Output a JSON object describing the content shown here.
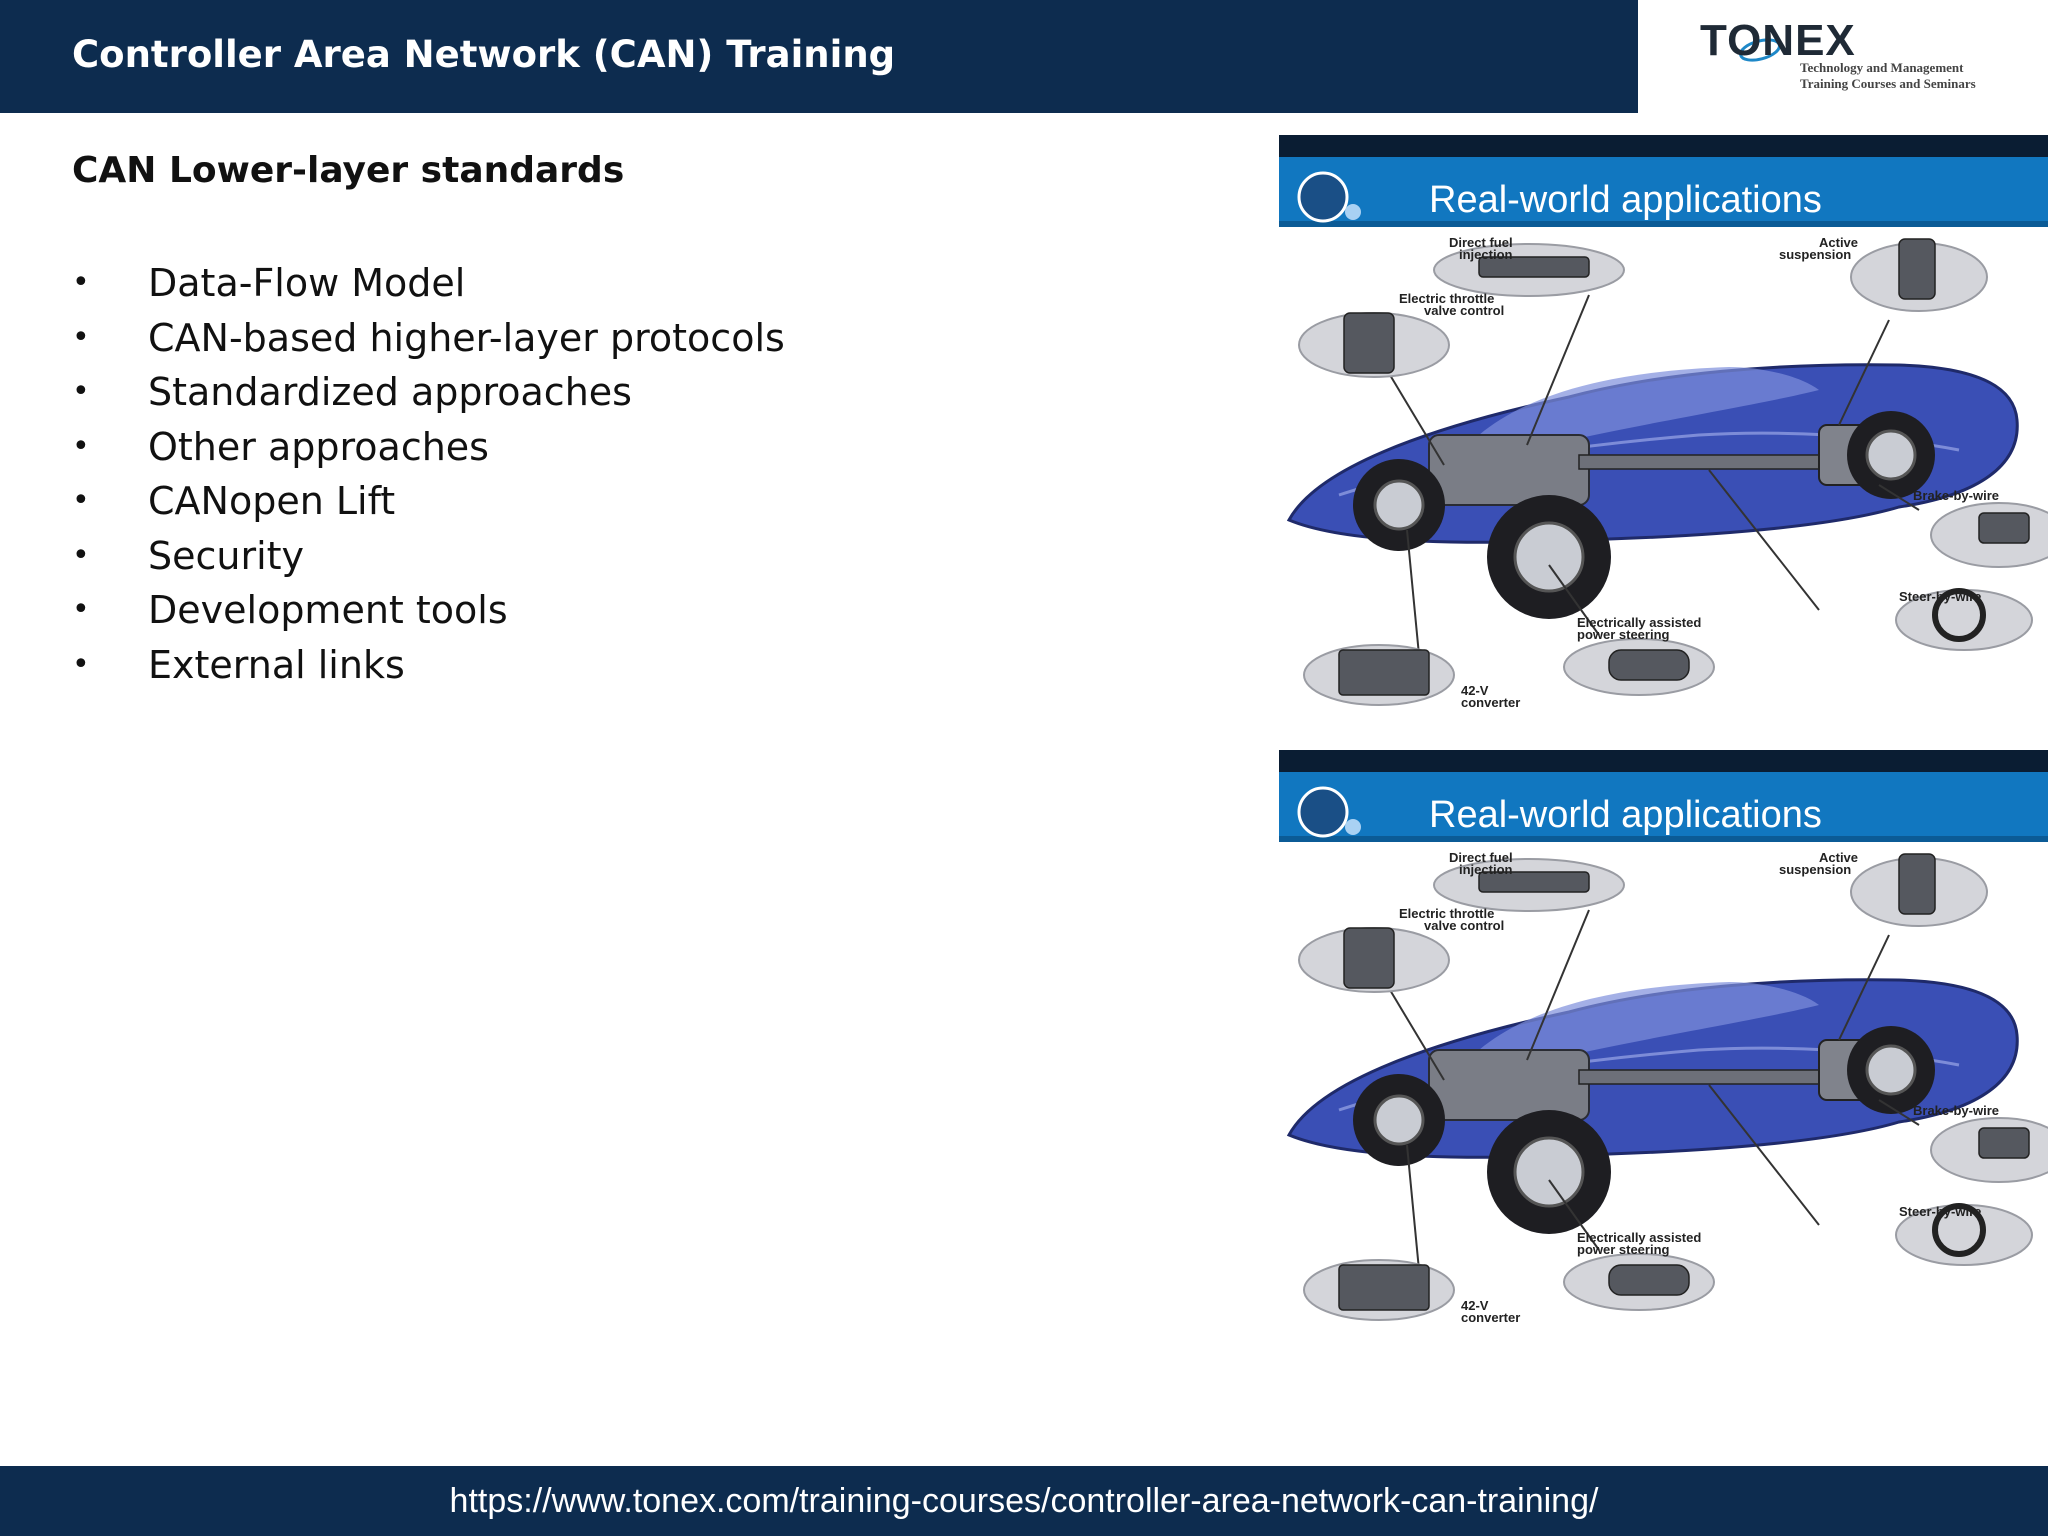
{
  "header": {
    "title": "Controller Area Network (CAN) Training"
  },
  "logo": {
    "word": "TONEX",
    "tagline_line1": "Technology and Management",
    "tagline_line2": "Training Courses and Seminars"
  },
  "content": {
    "heading": "CAN Lower-layer standards",
    "bullet_symbol": "•",
    "bullets": [
      "Data-Flow Model",
      "CAN-based higher-layer protocols",
      "Standardized approaches",
      "Other approaches",
      "CANopen Lift",
      "Security",
      "Development tools",
      "External links"
    ]
  },
  "figures": [
    {
      "title": "Real-world applications",
      "labels": {
        "direct_fuel_1": "Direct fuel",
        "direct_fuel_2": "injection",
        "active_1": "Active",
        "active_2": "suspension",
        "throttle_1": "Electric throttle",
        "throttle_2": "valve control",
        "brake": "Brake-by-wire",
        "steer": "Steer-by-wire",
        "eps_1": "Electrically assisted",
        "eps_2": "power steering",
        "conv_1": "42-V",
        "conv_2": "converter"
      }
    },
    {
      "title": "Real-world applications",
      "labels": {
        "direct_fuel_1": "Direct fuel",
        "direct_fuel_2": "injection",
        "active_1": "Active",
        "active_2": "suspension",
        "throttle_1": "Electric throttle",
        "throttle_2": "valve control",
        "brake": "Brake-by-wire",
        "steer": "Steer-by-wire",
        "eps_1": "Electrically assisted",
        "eps_2": "power steering",
        "conv_1": "42-V",
        "conv_2": "converter"
      }
    }
  ],
  "footer": {
    "url": "https://www.tonex.com/training-courses/controller-area-network-can-training/"
  },
  "colors": {
    "header_bg": "#0d2c4f",
    "figure_banner": "#0f6fb0",
    "car_body": "#3a4fb5"
  }
}
